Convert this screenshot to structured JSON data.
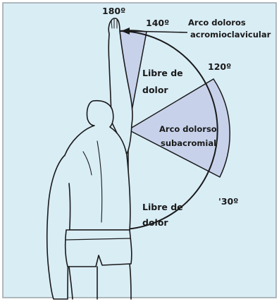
{
  "diagram": {
    "colors": {
      "background": "#d9edf5",
      "shaded_sector": "#c7d2ea",
      "line": "#1a1a1a",
      "border": "#9aa3a8"
    },
    "angles": {
      "a180": "180º",
      "a140": "140º",
      "a120": "120º",
      "a30": "'30º"
    },
    "labels": {
      "acromio_line1": "Arco doloros",
      "acromio_line2": "acromioclavicular",
      "free_upper_line1": "Libre de",
      "free_upper_line2": "dolor",
      "subacromial_line1": "Arco dolorso",
      "subacromial_line2": "subacromial",
      "free_lower_line1": "Libre de",
      "free_lower_line2": "dolor"
    }
  }
}
